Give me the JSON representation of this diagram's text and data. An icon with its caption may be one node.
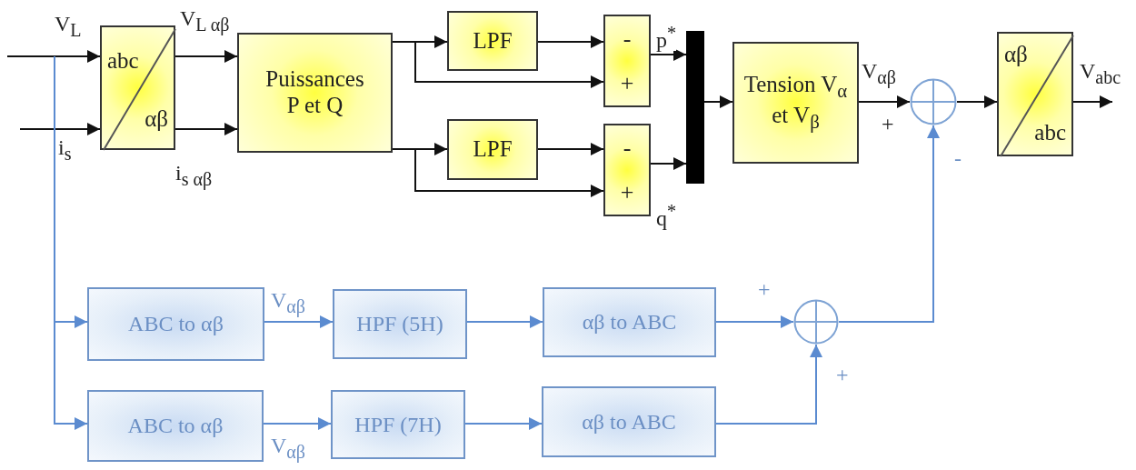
{
  "diagram": {
    "nodes": [
      {
        "text": [
          "abc",
          "αβ"
        ]
      },
      {
        "text": [
          "Puissances P et Q"
        ]
      },
      {
        "text": [
          "LPF"
        ]
      },
      {
        "text": [
          "LPF"
        ]
      },
      {
        "text": [
          "-",
          "+"
        ]
      },
      {
        "text": [
          "-",
          "+"
        ]
      },
      {
        "text": [],
        "shape": "bar"
      },
      {
        "text": [
          "Tension V$_{α}$ et V$_{β}$"
        ]
      },
      {
        "text": [],
        "shape": "circle"
      },
      {
        "text": [
          "αβ",
          "abc"
        ]
      },
      {
        "text": [
          "ABC to αβ"
        ]
      },
      {
        "text": [
          "HPF (5H)"
        ]
      },
      {
        "text": [
          "αβ to ABC"
        ]
      },
      {
        "text": [
          "ABC to αβ"
        ]
      },
      {
        "text": [
          "HPF (7H)"
        ]
      },
      {
        "text": [
          "αβ to ABC"
        ]
      },
      {
        "text": [],
        "shape": "circle"
      }
    ],
    "edges": [
      {
        "from": null,
        "to": 0,
        "arrow": "to",
        "label": "V$_{L}$"
      },
      {
        "from": null,
        "to": 0,
        "arrow": "to",
        "label": "i$_{s}$"
      },
      {
        "from": 0,
        "to": 1,
        "arrow": "to",
        "label": "V$_{L αβ}$"
      },
      {
        "from": 0,
        "to": 1,
        "arrow": "to",
        "label": "i$_{s αβ}$"
      },
      {
        "from": 1,
        "to": 2,
        "arrow": "to"
      },
      {
        "from": 1,
        "to": 4,
        "arrow": "to"
      },
      {
        "from": 2,
        "to": 4,
        "arrow": "to"
      },
      {
        "from": 1,
        "to": 3,
        "arrow": "to"
      },
      {
        "from": 1,
        "to": 5,
        "arrow": "to"
      },
      {
        "from": 3,
        "to": 5,
        "arrow": "to"
      },
      {
        "from": 4,
        "to": 6,
        "arrow": "to",
        "label": "p$^{*}$"
      },
      {
        "from": 5,
        "to": 6,
        "arrow": "to",
        "label": "q$^{*}$"
      },
      {
        "from": 6,
        "to": 7,
        "arrow": "to"
      },
      {
        "from": 7,
        "to": 8,
        "arrow": "to",
        "label": "V$_{αβ}$"
      },
      {
        "from": 8,
        "to": 9,
        "arrow": "to"
      },
      {
        "from": 9,
        "to": null,
        "arrow": "to",
        "label": "V$_{abc}$"
      },
      {
        "from": null,
        "to": 10,
        "arrow": "to",
        "color": "#5b8bd0"
      },
      {
        "from": null,
        "to": 13,
        "arrow": "to",
        "color": "#5b8bd0"
      },
      {
        "from": 10,
        "to": 11,
        "arrow": "to",
        "label": "V$_{αβ}$",
        "color": "#5b8bd0"
      },
      {
        "from": 11,
        "to": 12,
        "arrow": "to",
        "color": "#5b8bd0"
      },
      {
        "from": 12,
        "to": 16,
        "arrow": "to",
        "color": "#5b8bd0"
      },
      {
        "from": 13,
        "to": 14,
        "arrow": "to",
        "label": "V$_{αβ}$",
        "color": "#5b8bd0"
      },
      {
        "from": 14,
        "to": 15,
        "arrow": "to",
        "color": "#5b8bd0"
      },
      {
        "from": 15,
        "to": 16,
        "arrow": "to",
        "color": "#5b8bd0"
      },
      {
        "from": 16,
        "to": 8,
        "arrow": "to",
        "color": "#5b8bd0"
      }
    ],
    "labels": [
      "+",
      "-",
      "+",
      "+"
    ]
  }
}
